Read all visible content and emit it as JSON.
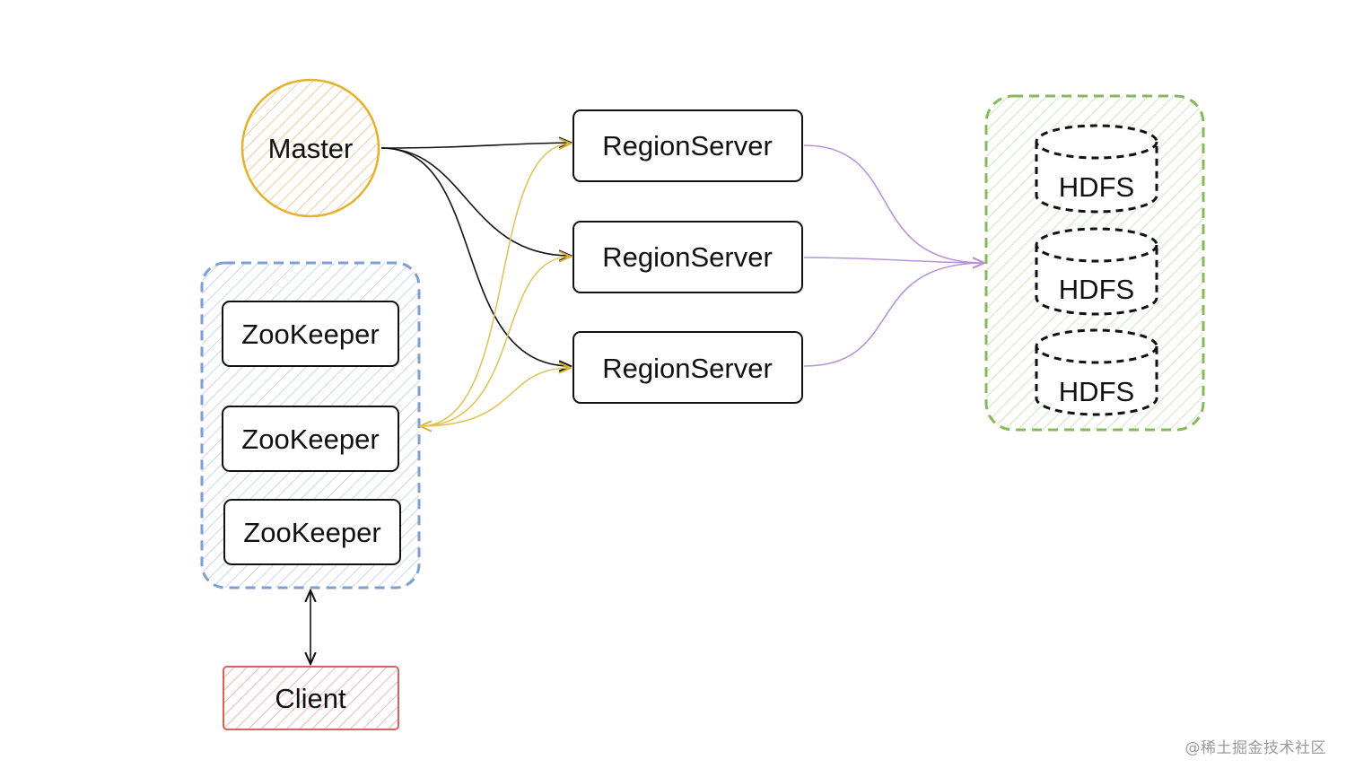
{
  "nodes": {
    "master": "Master",
    "region_servers": [
      "RegionServer",
      "RegionServer",
      "RegionServer"
    ],
    "zookeepers": [
      "ZooKeeper",
      "ZooKeeper",
      "ZooKeeper"
    ],
    "hdfs": [
      "HDFS",
      "HDFS",
      "HDFS"
    ],
    "client": "Client"
  },
  "colors": {
    "master_stroke": "#e6b128",
    "master_hatch": "#f6c99c",
    "zookeeper_group_stroke": "#7f9ed1",
    "zookeeper_group_hatch": "#c9d6ee",
    "hdfs_group_stroke": "#86b95a",
    "hdfs_group_hatch": "#cfe6bd",
    "client_stroke": "#d9605f",
    "client_hatch": "#f1b5b3",
    "master_edges": "#111111",
    "zookeeper_edges": "#e3c45a",
    "hdfs_edges": "#b993d6"
  },
  "edges": [
    {
      "from": "Master",
      "to": "RegionServer 1"
    },
    {
      "from": "Master",
      "to": "RegionServer 2"
    },
    {
      "from": "Master",
      "to": "RegionServer 3"
    },
    {
      "from": "ZooKeeper",
      "to": "RegionServer 1"
    },
    {
      "from": "ZooKeeper",
      "to": "RegionServer 2"
    },
    {
      "from": "ZooKeeper",
      "to": "RegionServer 3"
    },
    {
      "from": "RegionServer 1",
      "to": "HDFS"
    },
    {
      "from": "RegionServer 2",
      "to": "HDFS"
    },
    {
      "from": "RegionServer 3",
      "to": "HDFS"
    },
    {
      "from": "Client",
      "to": "ZooKeeper",
      "bidirectional": true
    }
  ],
  "watermark": "@稀土掘金技术社区"
}
